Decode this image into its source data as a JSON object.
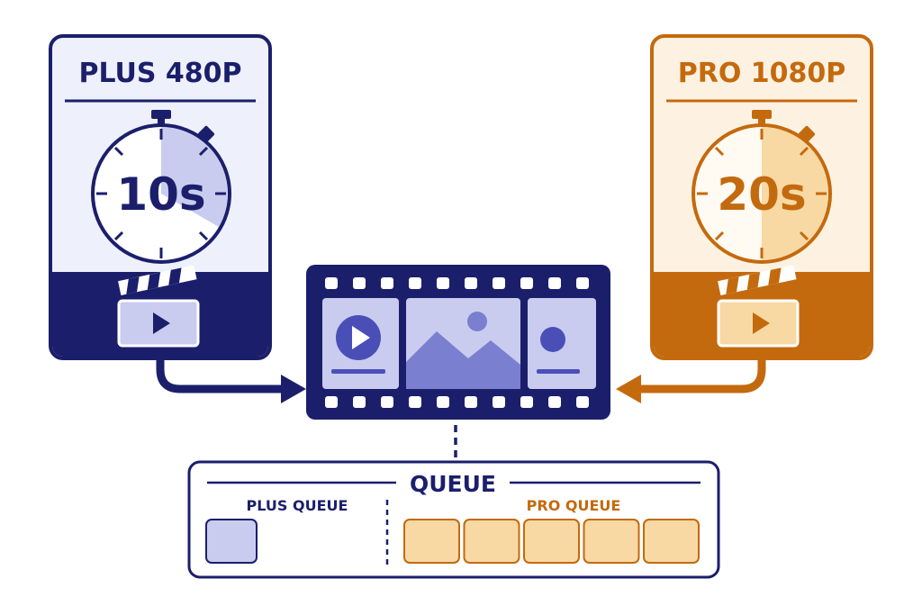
{
  "plans": {
    "plus": {
      "title": "PLUS 480P",
      "duration": "10s",
      "color": "#1b1f6b",
      "light": "#eef0fb",
      "fill": "#c9ccef"
    },
    "pro": {
      "title": "PRO 1080P",
      "duration": "20s",
      "color": "#c46a0e",
      "light": "#fdf2e2",
      "fill": "#f8d9a4"
    }
  },
  "queue": {
    "title": "QUEUE",
    "plus_label": "PLUS QUEUE",
    "pro_label": "PRO QUEUE",
    "plus_items": 1,
    "pro_items": 5
  },
  "icons": {
    "stopwatch": "stopwatch-icon",
    "clapper": "clapperboard-icon",
    "filmstrip": "film-strip-icon",
    "play": "play-icon",
    "image": "image-icon"
  }
}
